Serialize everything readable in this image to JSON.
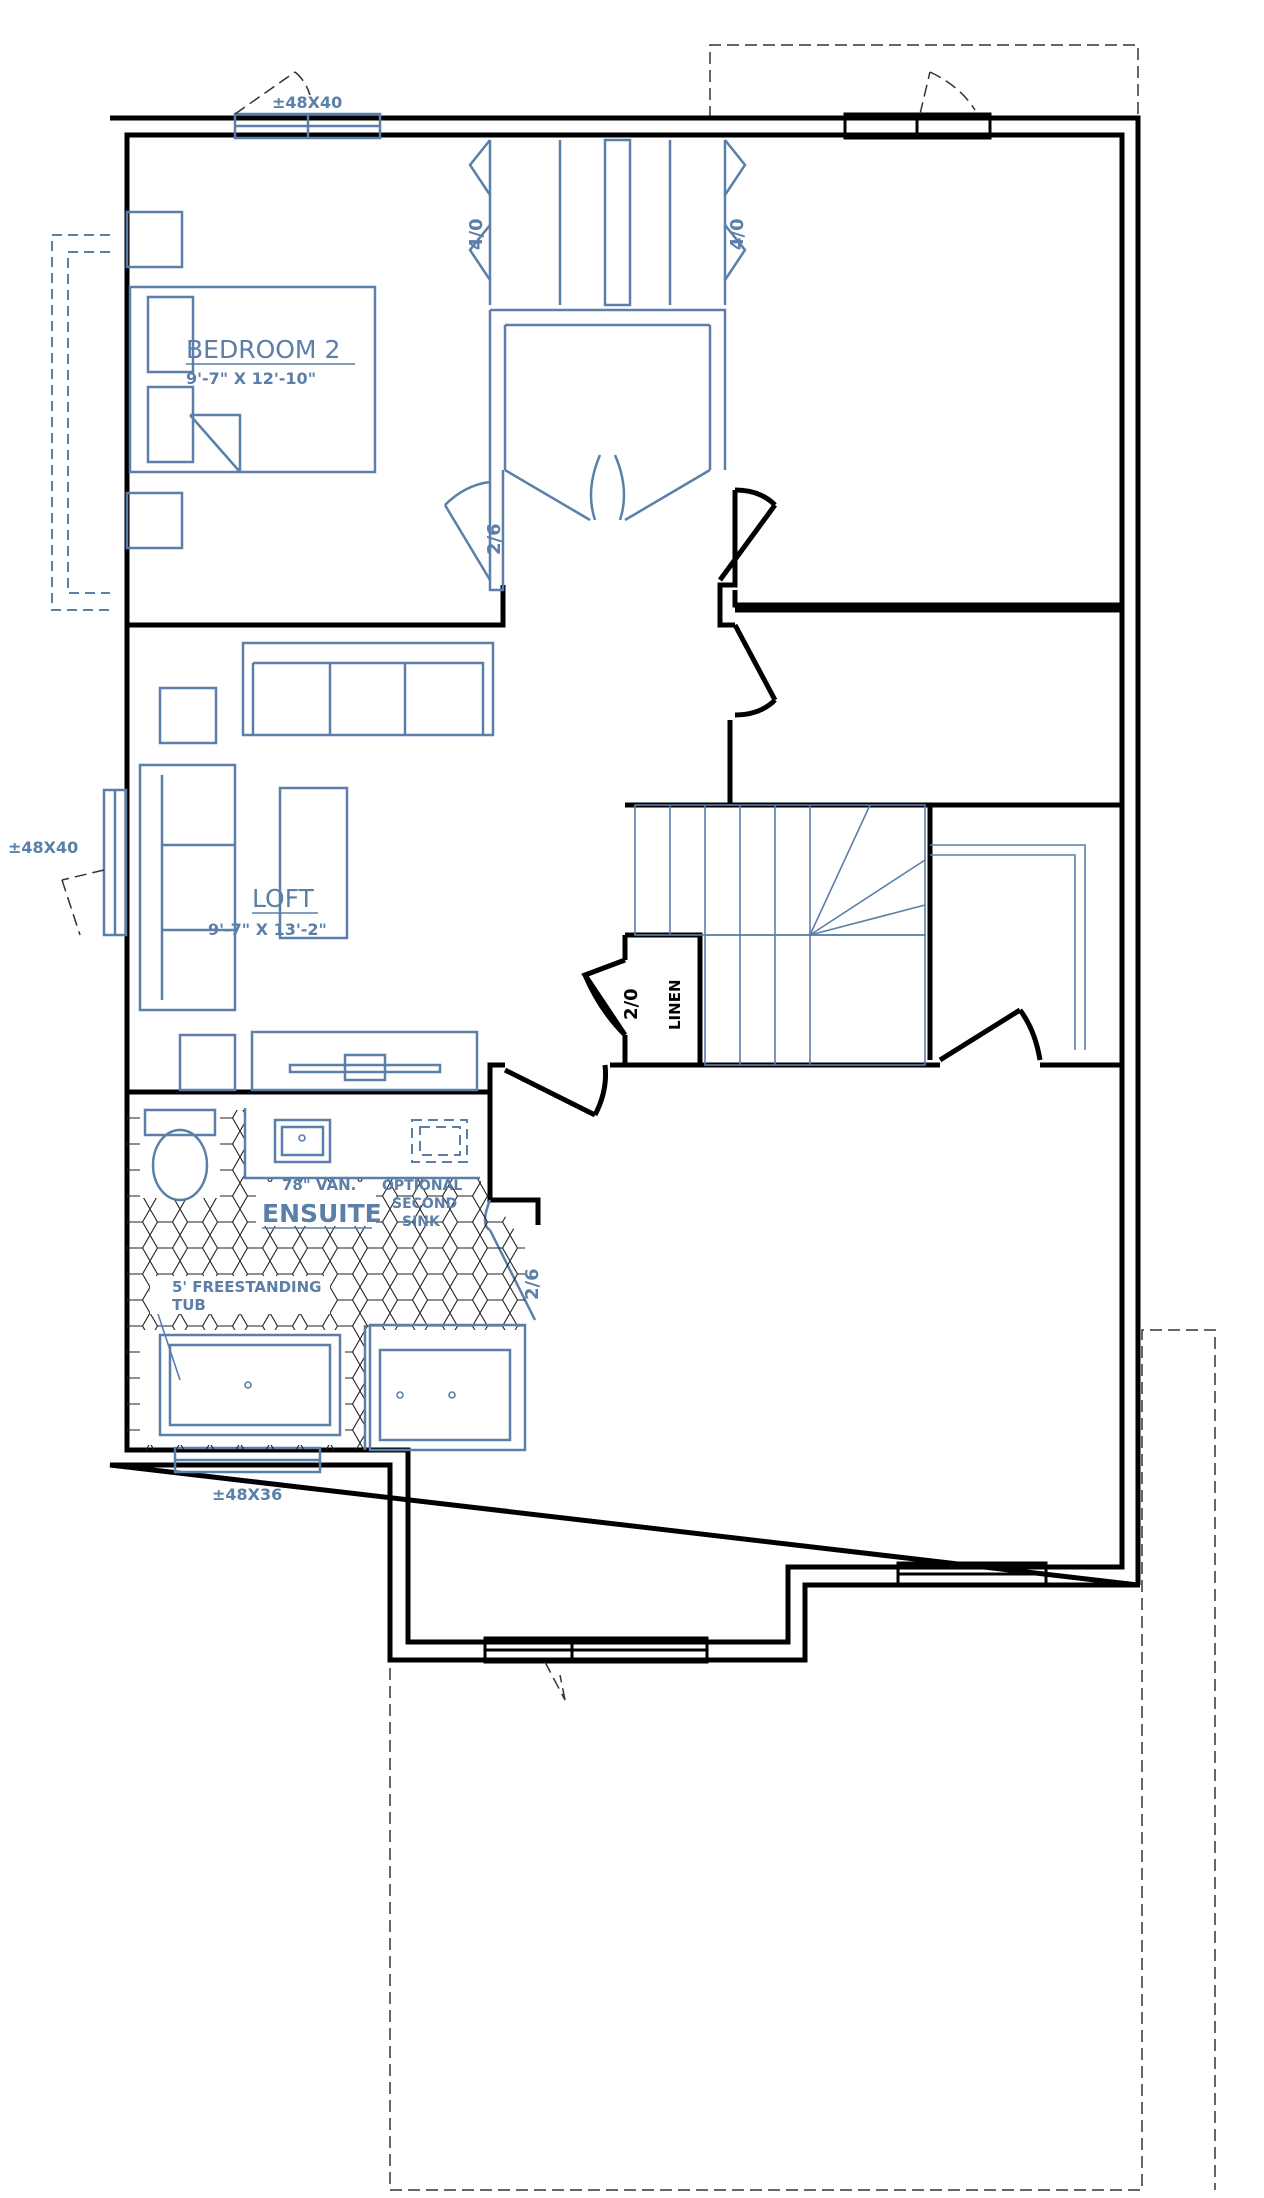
{
  "rooms": {
    "bedroom2": {
      "name": "BEDROOM  2",
      "dims": "9'-7\"  X  12'-10\""
    },
    "loft": {
      "name": "LOFT",
      "dims": "9'-7\"  X  13'-2\""
    },
    "ensuite": {
      "name": "ENSUITE"
    }
  },
  "fixtures": {
    "vanity": "78\" VAN.",
    "optional_sink_1": "OPTIONAL",
    "optional_sink_2": "SECOND",
    "optional_sink_3": "SINK",
    "tub_1": "5' FREESTANDING",
    "tub_2": "TUB",
    "linen": "LINEN"
  },
  "doors": {
    "closet_left": "4/0",
    "closet_right": "4/0",
    "bedroom_door": "2/6",
    "linen_door": "2/0",
    "ensuite_door": "2/6"
  },
  "windows": {
    "bedroom_top": "±48X40",
    "loft_left": "±48X40",
    "ensuite_bottom": "±48X36"
  },
  "colors": {
    "furniture": "#5b7fa9",
    "walls": "#000000"
  }
}
